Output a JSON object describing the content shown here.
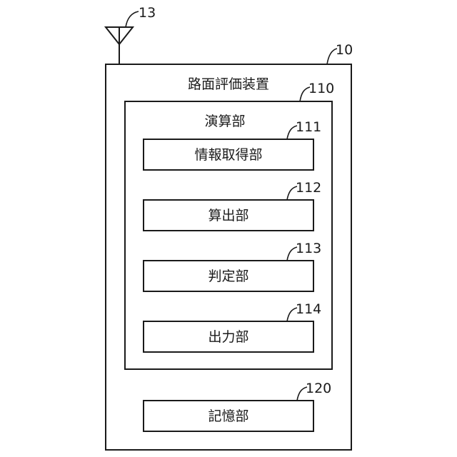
{
  "antenna": {
    "ref": "13"
  },
  "device": {
    "ref": "10",
    "title": "路面評価装置",
    "processor": {
      "ref": "110",
      "title": "演算部",
      "units": [
        {
          "ref": "111",
          "label": "情報取得部"
        },
        {
          "ref": "112",
          "label": "算出部"
        },
        {
          "ref": "113",
          "label": "判定部"
        },
        {
          "ref": "114",
          "label": "出力部"
        }
      ]
    },
    "storage": {
      "ref": "120",
      "label": "記憶部"
    }
  }
}
